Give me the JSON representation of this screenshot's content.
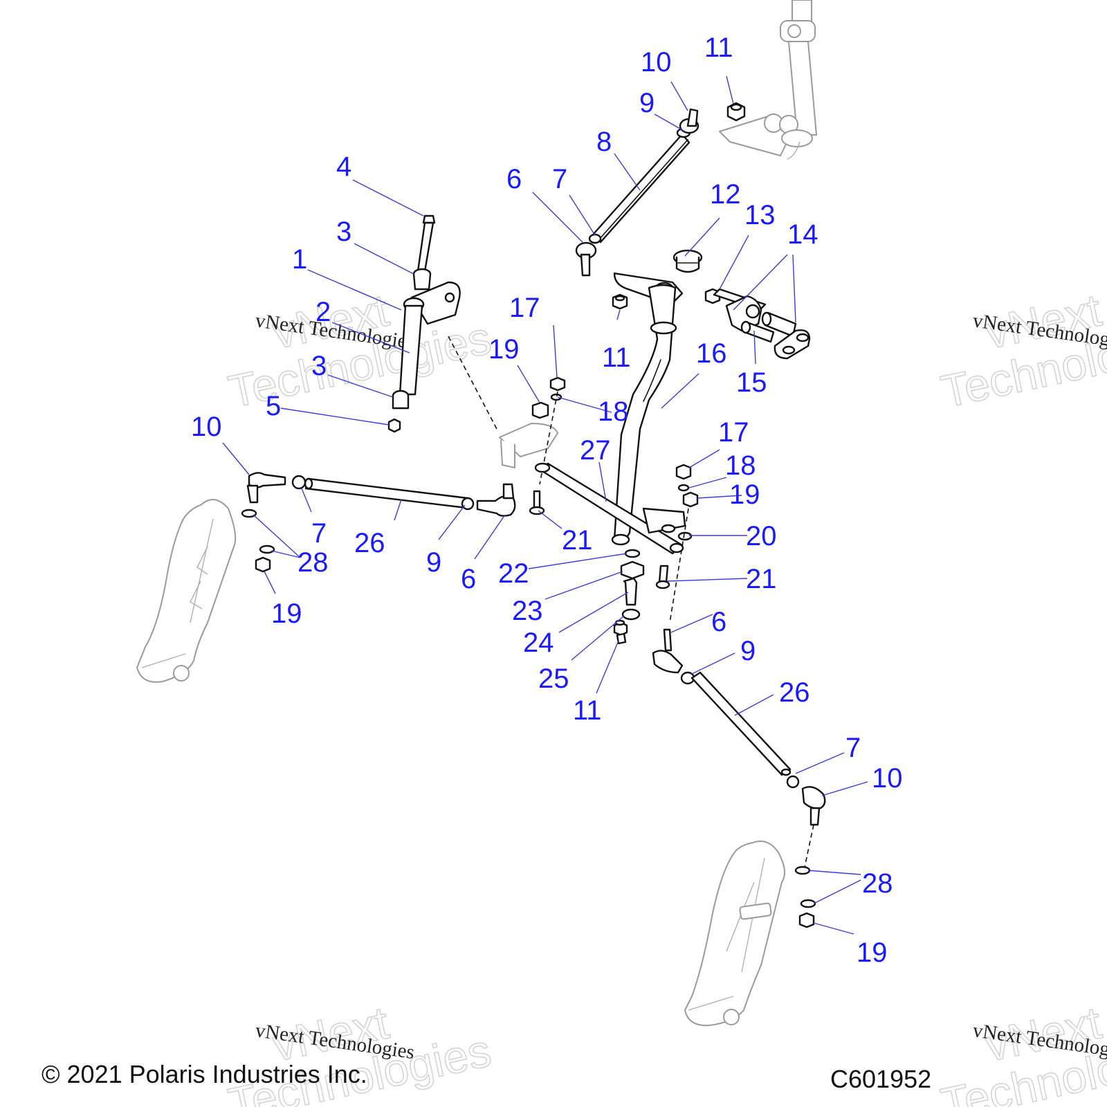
{
  "callouts": {
    "c10a": "10",
    "c11a": "11",
    "c9a": "9",
    "c8": "8",
    "c4": "4",
    "c6a": "6",
    "c7a": "7",
    "c12": "12",
    "c13": "13",
    "c14": "14",
    "c3a": "3",
    "c1": "1",
    "c2": "2",
    "c17a": "17",
    "c19a": "19",
    "c11b": "11",
    "c16": "16",
    "c15": "15",
    "c3b": "3",
    "c18a": "18",
    "c5": "5",
    "c10b": "10",
    "c27": "27",
    "c17b": "17",
    "c18b": "18",
    "c19b": "19",
    "c7b": "7",
    "c26a": "26",
    "c20": "20",
    "c21a": "21",
    "c28a": "28",
    "c9b": "9",
    "c22": "22",
    "c6b": "6",
    "c21b": "21",
    "c19c": "19",
    "c23": "23",
    "c6c": "6",
    "c9c": "9",
    "c24": "24",
    "c25": "25",
    "c26b": "26",
    "c11c": "11",
    "c7c": "7",
    "c10c": "10",
    "c28b": "28",
    "c19d": "19"
  },
  "watermark": {
    "small": "vNext Technologies",
    "big_line1": "vNext",
    "big_line2": "Technologies"
  },
  "footer": {
    "copyright": "© 2021 Polaris Industries Inc.",
    "figure_id": "C601952"
  },
  "colors": {
    "callout": "#1a1aff",
    "leader": "#3b3bd9",
    "line": "#111111",
    "ghost": "#9a9a9a"
  }
}
